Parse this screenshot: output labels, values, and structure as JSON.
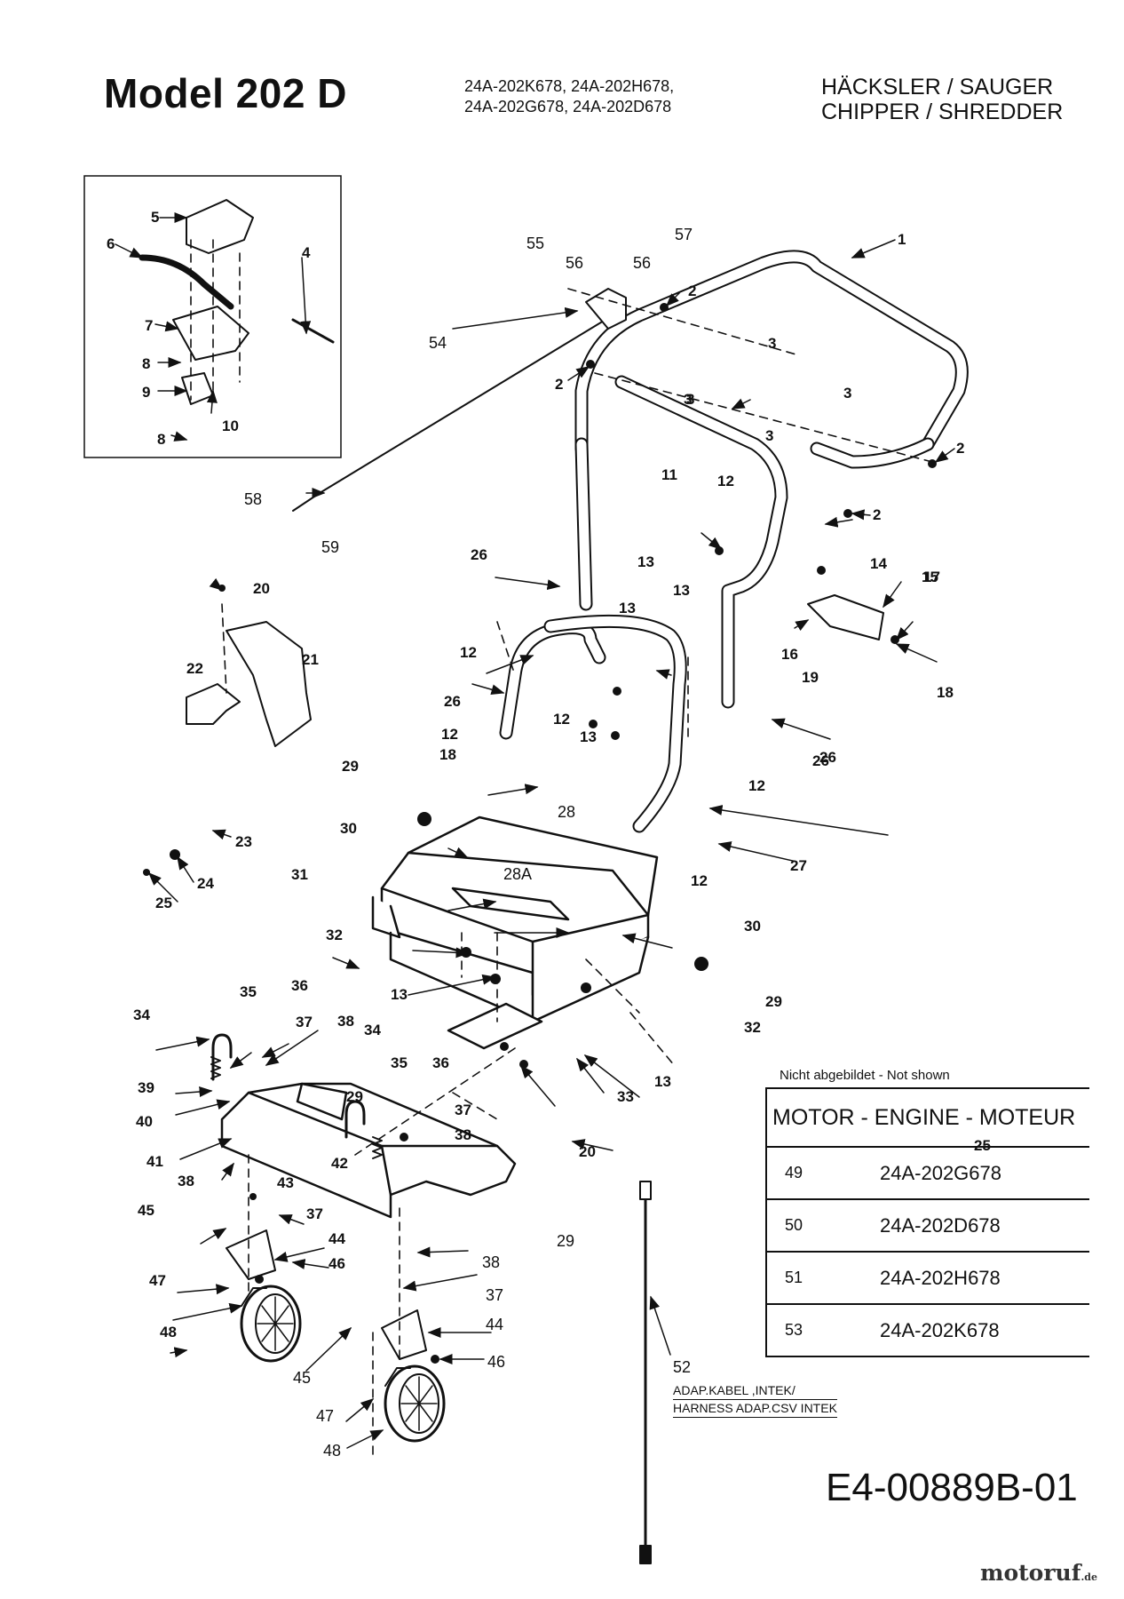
{
  "header": {
    "title": "Model  202 D",
    "models_line1": "24A-202K678, 24A-202H678,",
    "models_line2": "24A-202G678, 24A-202D678",
    "type_line1": "HÄCKSLER / SAUGER",
    "type_line2": "CHIPPER / SHREDDER"
  },
  "diagram": {
    "labels_bold": [
      "1",
      "2",
      "2",
      "2",
      "2",
      "3",
      "3",
      "3",
      "3",
      "3",
      "4",
      "5",
      "6",
      "7",
      "8",
      "8",
      "9",
      "10",
      "11",
      "12",
      "12",
      "12",
      "12",
      "12",
      "12",
      "13",
      "13",
      "13",
      "13",
      "13",
      "13",
      "14",
      "15",
      "16",
      "17",
      "18",
      "18",
      "19",
      "20",
      "20",
      "21",
      "22",
      "23",
      "24",
      "25",
      "25",
      "26",
      "26",
      "26",
      "26",
      "27",
      "29",
      "29",
      "29",
      "30",
      "30",
      "31",
      "32",
      "32",
      "33",
      "34",
      "34",
      "35",
      "35",
      "36",
      "36",
      "37",
      "37",
      "37",
      "38",
      "38",
      "38",
      "39",
      "40",
      "41",
      "42",
      "43",
      "44",
      "45",
      "46",
      "47",
      "48"
    ],
    "labels_plain": [
      "55",
      "56",
      "56",
      "57",
      "54",
      "58",
      "59",
      "28",
      "28A",
      "29",
      "38",
      "37",
      "44",
      "46",
      "45",
      "47",
      "48",
      "52"
    ]
  },
  "not_shown_note": "Nicht abgebildet - Not shown",
  "motor_table": {
    "header": "MOTOR - ENGINE - MOTEUR",
    "rows": [
      {
        "num": "49",
        "model": "24A-202G678"
      },
      {
        "num": "50",
        "model": "24A-202D678"
      },
      {
        "num": "51",
        "model": "24A-202H678"
      },
      {
        "num": "53",
        "model": "24A-202K678"
      }
    ]
  },
  "cable_label": {
    "line1": "ADAP.KABEL ,INTEK/",
    "line2": "HARNESS ADAP.CSV INTEK"
  },
  "drawing_number": "E4-00889B-01",
  "watermark": {
    "main": "motoruf",
    "suffix": ".de"
  }
}
